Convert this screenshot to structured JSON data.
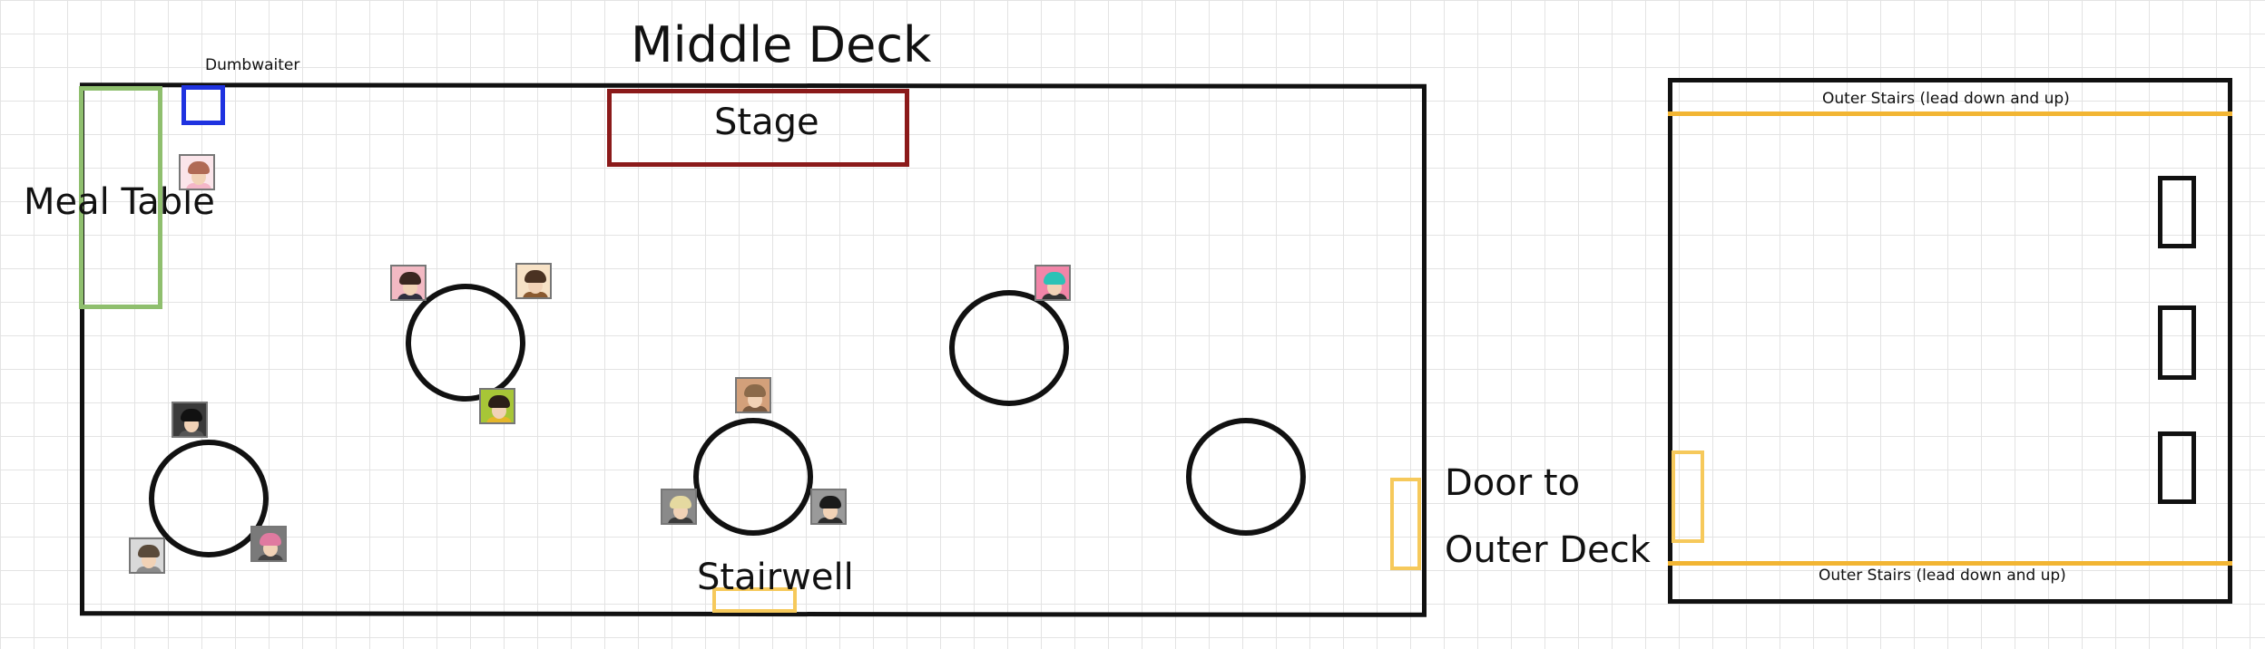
{
  "title": "Middle Deck",
  "labels": {
    "dumbwaiter": "Dumbwaiter",
    "stage": "Stage",
    "meal_table": "Meal Table",
    "stairwell": "Stairwell",
    "door_line1": "Door to",
    "door_line2": "Outer Deck",
    "outer_stairs_top": "Outer Stairs (lead down and up)",
    "outer_stairs_bottom": "Outer Stairs (lead down and up)"
  },
  "colors": {
    "meal_table": "#8fbf6e",
    "dumbwaiter": "#1f33e0",
    "stage": "#8b1a1a",
    "door": "#f6c95b",
    "stairs": "#f2b533",
    "lines": "#111111"
  },
  "avatars": [
    {
      "name": "pink-dress-character",
      "bg": "#fbe5ea",
      "hair": "#b06a55",
      "body": "#f4b6c8"
    },
    {
      "name": "curly-hair-character",
      "bg": "#f2b9c3",
      "hair": "#3a2620",
      "body": "#2f2f3f"
    },
    {
      "name": "hat-character",
      "bg": "#f7e2c6",
      "hair": "#4a3222",
      "body": "#8a5a30"
    },
    {
      "name": "green-bg-character",
      "bg": "#a7c637",
      "hair": "#2b1f18",
      "body": "#e5b62a"
    },
    {
      "name": "teal-hair-character",
      "bg": "#f285a8",
      "hair": "#2bc2b6",
      "body": "#333333"
    },
    {
      "name": "dark-hair-character",
      "bg": "#3a3a3a",
      "hair": "#111111",
      "body": "#555555"
    },
    {
      "name": "glasses-character",
      "bg": "#d9d9d9",
      "hair": "#5a4a3a",
      "body": "#8a8a8a"
    },
    {
      "name": "pink-hair-character",
      "bg": "#7a7a7a",
      "hair": "#e07aa0",
      "body": "#444444"
    },
    {
      "name": "tan-character",
      "bg": "#d3a07a",
      "hair": "#8b6a4a",
      "body": "#7a5a40"
    },
    {
      "name": "blond-character",
      "bg": "#8a8a8a",
      "hair": "#e5d9a0",
      "body": "#3a3a3a"
    },
    {
      "name": "dark-suit-character",
      "bg": "#9a9a9a",
      "hair": "#1a1a1a",
      "body": "#2a2a2a"
    }
  ]
}
